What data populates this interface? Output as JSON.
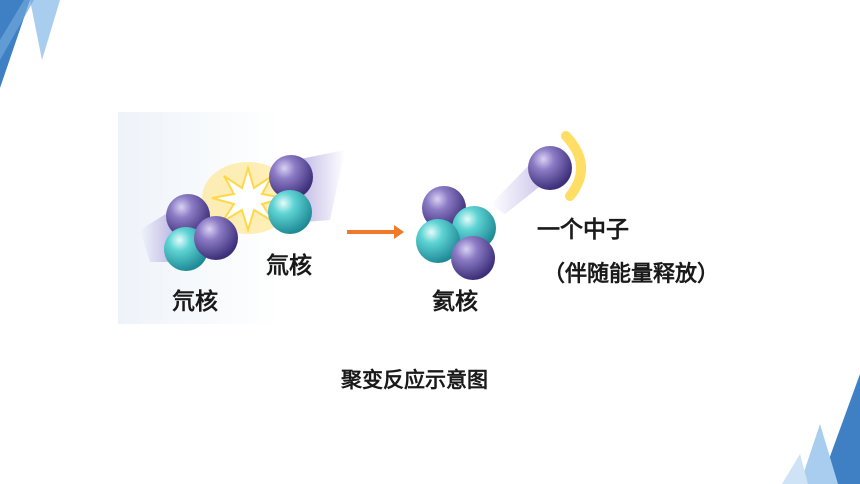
{
  "slide": {
    "labels": {
      "tritium": "氚核",
      "deuterium": "氘核",
      "helium": "氦核",
      "neutron": "一个中子",
      "energy_note": "（伴随能量释放）"
    },
    "caption": "聚变反应示意图"
  },
  "colors": {
    "proton": "#6a5aa8",
    "neutron": "#3ec0c0",
    "arrow": "#f07a2a",
    "glow": "#ffd84a",
    "accent_blue": "#3f7fc4",
    "accent_light": "#a9cdef"
  },
  "icons": [
    "explosion-icon",
    "arrow-right-icon"
  ]
}
